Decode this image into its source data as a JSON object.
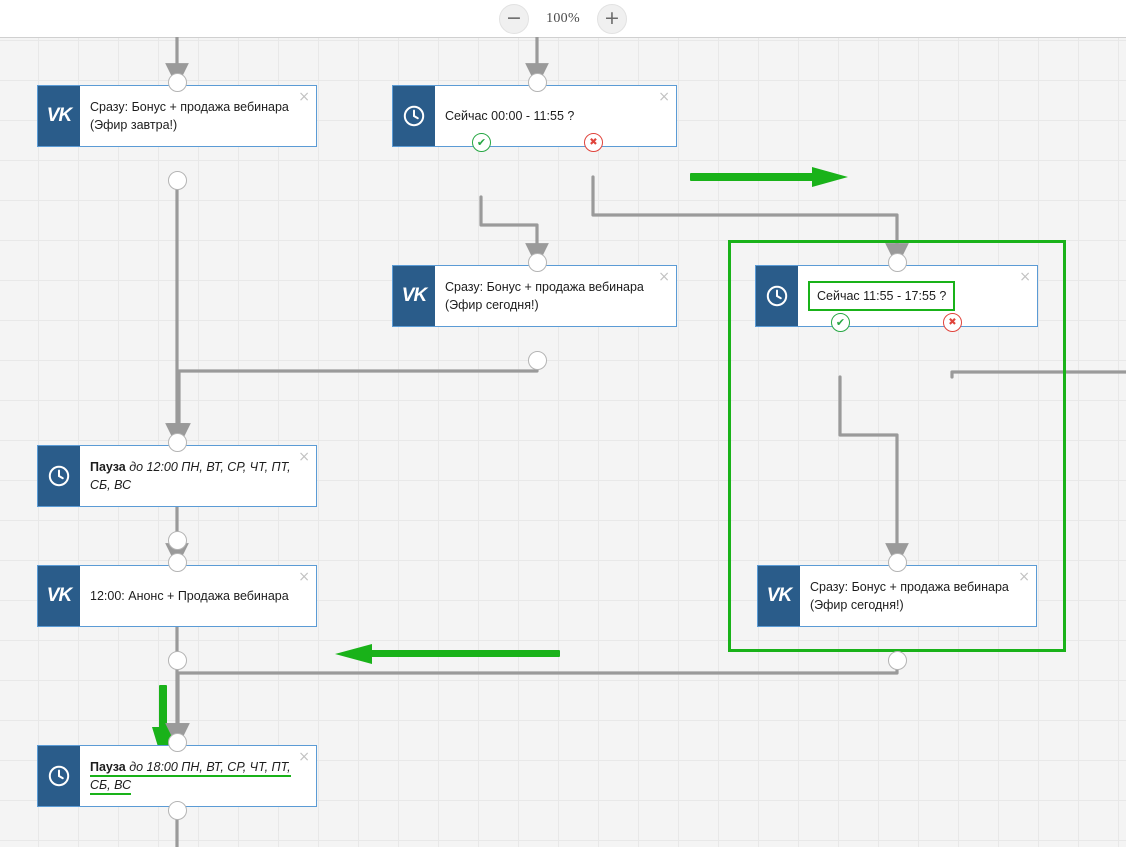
{
  "toolbar": {
    "zoom_out_label": "−",
    "zoom_level": "100%",
    "zoom_in_label": "+",
    "zoom_out_icon": "minus-circle-icon",
    "zoom_in_icon": "plus-circle-icon"
  },
  "close_label": "×",
  "vk_mark": "VK",
  "nodes": [
    {
      "id": "vk-bonus-tomorrow",
      "type": "vk",
      "icon": "vk-logo-icon",
      "line1": "Сразу: Бонус + продажа вебинара",
      "line2": "(Эфир завтра!)"
    },
    {
      "id": "cond-0000-1155",
      "type": "clock",
      "icon": "clock-icon",
      "line1": "Сейчас 00:00 - 11:55 ?",
      "line2": ""
    },
    {
      "id": "vk-bonus-today-mid",
      "type": "vk",
      "icon": "vk-logo-icon",
      "line1": "Сразу: Бонус + продажа вебинара",
      "line2": "(Эфир сегодня!)"
    },
    {
      "id": "cond-1155-1755",
      "type": "clock",
      "icon": "clock-icon",
      "line1": "Сейчас 11:55 - 17:55 ?",
      "line2": ""
    },
    {
      "id": "pause-1200",
      "type": "clock",
      "icon": "clock-icon",
      "bold": "Пауза",
      "italic": " до 12:00 ПН, ВТ, СР, ЧТ, ПТ, СБ, ВС"
    },
    {
      "id": "vk-anons-1200",
      "type": "vk",
      "icon": "vk-logo-icon",
      "line1": "12:00: Анонс + Продажа вебинара",
      "line2": ""
    },
    {
      "id": "vk-bonus-today-right",
      "type": "vk",
      "icon": "vk-logo-icon",
      "line1": "Сразу: Бонус + продажа вебинара",
      "line2": "(Эфир сегодня!)"
    },
    {
      "id": "pause-1800",
      "type": "clock",
      "icon": "clock-icon",
      "bold": "Пауза",
      "italic": " до 18:00 ПН, ВТ, СР, ЧТ, ПТ, СБ, ВС"
    }
  ],
  "colors": {
    "accent_green": "#19b219",
    "node_border": "#5b9bd5",
    "badge_blue": "#2a5c8a",
    "link_gray": "#9a9a9a",
    "port_ok": "#27a744",
    "port_no": "#e0443c",
    "canvas_bg": "#f4f4f4"
  }
}
